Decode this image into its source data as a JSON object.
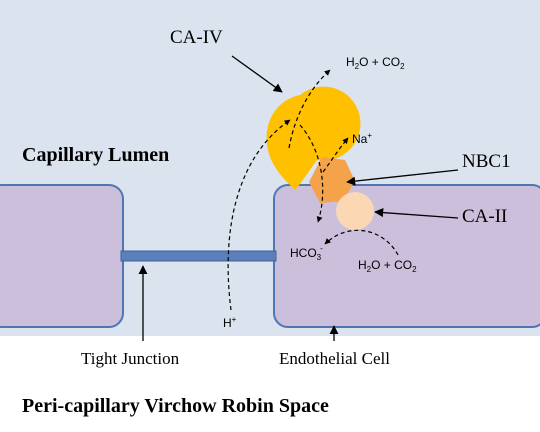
{
  "labels": {
    "region_top": "Capillary Lumen",
    "region_bottom": "Peri-capillary Virchow Robin Space",
    "ca_iv": "CA-IV",
    "nbc1": "NBC1",
    "ca_ii": "CA-II",
    "tight_junction": "Tight Junction",
    "endothelial_cell": "Endothelial Cell"
  },
  "chem": {
    "h2o_co2_top": {
      "a": "H",
      "b": "2",
      "c": "O + CO",
      "d": "2"
    },
    "na": {
      "a": "Na",
      "b": "+"
    },
    "hco3": {
      "a": "HCO",
      "b": "3",
      "c": "-"
    },
    "h2o_co2_bottom": {
      "a": "H",
      "b": "2",
      "c": "O + CO",
      "d": "2"
    },
    "h_plus": {
      "a": "H",
      "b": "+"
    }
  },
  "colors": {
    "lumen_bg": "#dbe3ef",
    "cell_fill": "#cbbfdc",
    "cell_stroke": "#4e76b3",
    "junction": "#5b7fb8",
    "ca_iv": "#ffc000",
    "nbc1": "#f4a34a",
    "ca_ii": "#fcd7b4"
  },
  "icons": [
    "arrow",
    "dashed-arrow"
  ]
}
